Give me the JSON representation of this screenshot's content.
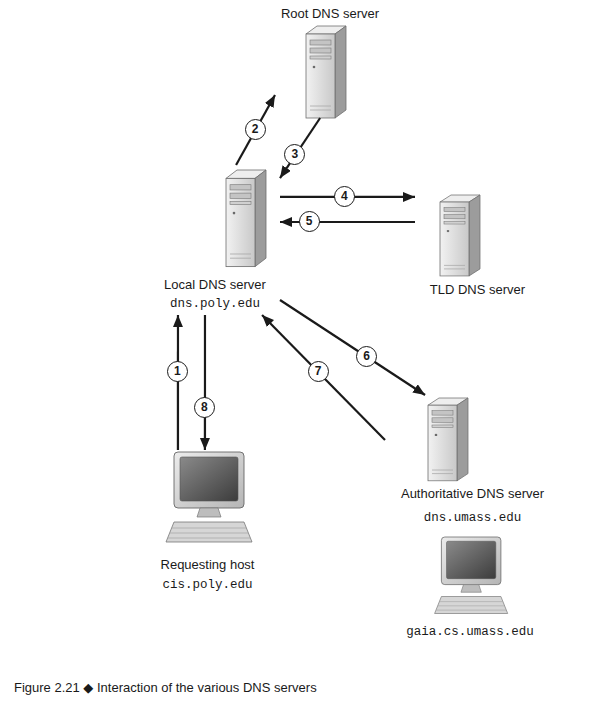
{
  "diagram": {
    "caption": "Figure 2.21 ◆ Interaction of the various DNS servers",
    "nodes": [
      {
        "text": [
          "Root DNS server"
        ]
      },
      {
        "text": [
          "Local DNS server",
          "dns.poly.edu"
        ]
      },
      {
        "text": [
          "TLD DNS server"
        ]
      },
      {
        "text": [
          "Authoritative DNS server",
          "dns.umass.edu"
        ]
      },
      {
        "text": [
          "Requesting host",
          "cis.poly.edu"
        ]
      },
      {
        "text": [
          "gaia.cs.umass.edu"
        ]
      }
    ],
    "edges": [
      {
        "from": 4,
        "to": 1,
        "arrow": "to",
        "label": "1"
      },
      {
        "from": 1,
        "to": 0,
        "arrow": "to",
        "label": "2"
      },
      {
        "from": 0,
        "to": 1,
        "arrow": "to",
        "label": "3"
      },
      {
        "from": 1,
        "to": 2,
        "arrow": "to",
        "label": "4"
      },
      {
        "from": 2,
        "to": 1,
        "arrow": "to",
        "label": "5"
      },
      {
        "from": 1,
        "to": 3,
        "arrow": "to",
        "label": "6"
      },
      {
        "from": 3,
        "to": 1,
        "arrow": "to",
        "label": "7"
      },
      {
        "from": 1,
        "to": 4,
        "arrow": "to",
        "label": "8"
      }
    ]
  }
}
